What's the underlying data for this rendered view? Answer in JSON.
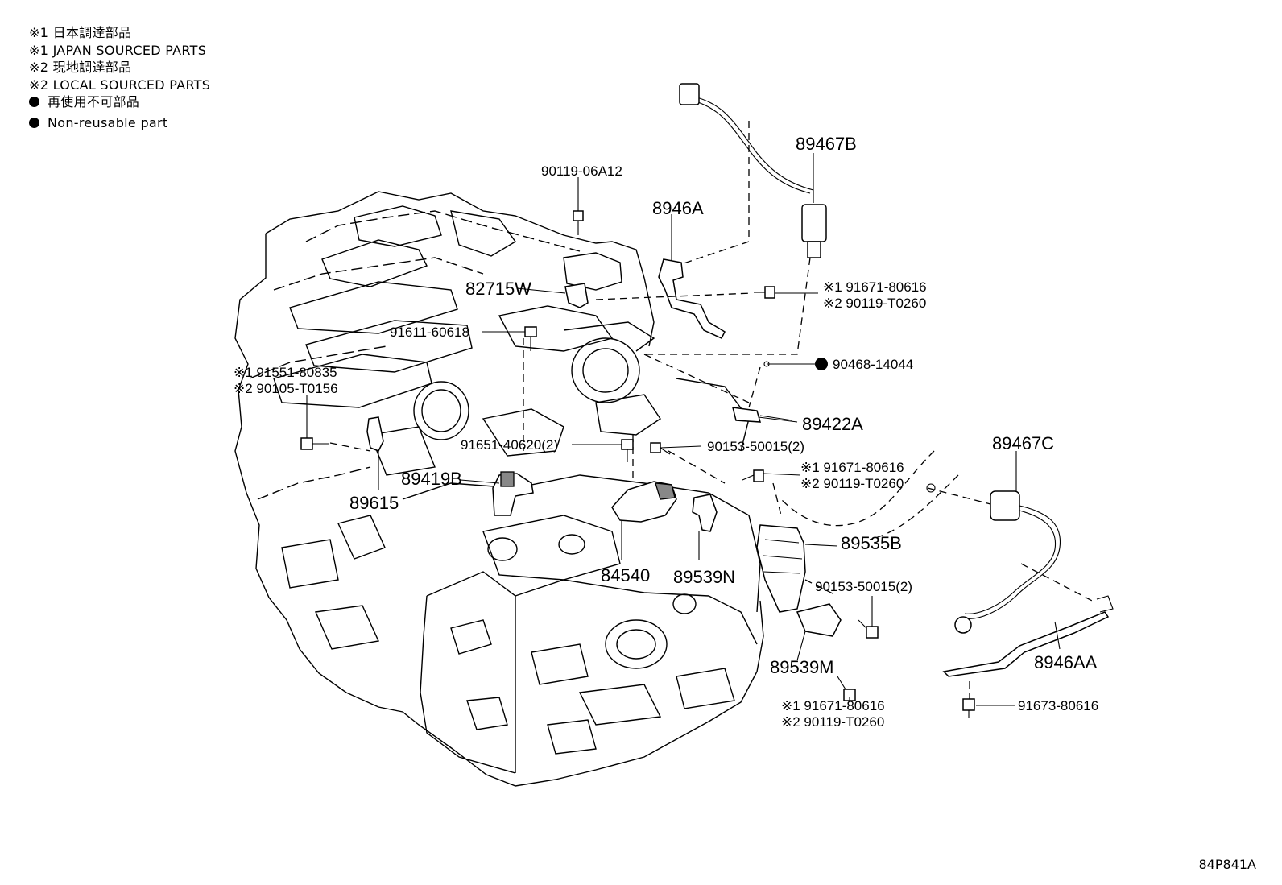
{
  "legend": {
    "line1": "※1 日本調達部品",
    "line2": "※1 JAPAN SOURCED PARTS",
    "line3": "※2 現地調達部品",
    "line4": "※2 LOCAL SOURCED PARTS",
    "line5": "再使用不可部品",
    "line6": "Non-reusable part"
  },
  "labels": {
    "p_90119_06A12": "90119-06A12",
    "p_8946A": "8946A",
    "p_89467B": "89467B",
    "p_82715W": "82715W",
    "p_91671_80616_a1": "※1 91671-80616",
    "p_90119_T0260_a2": "※2 90119-T0260",
    "p_91611_60618": "91611-60618",
    "p_90468_14044": "90468-14044",
    "p_91551_80835": "※1 91551-80835",
    "p_90105_T0156": "※2 90105-T0156",
    "p_89422A": "89422A",
    "p_91651_40620": "91651-40620(2)",
    "p_90153_50015_a": "90153-50015(2)",
    "p_89467C": "89467C",
    "p_89419B": "89419B",
    "p_91671_80616_b1": "※1 91671-80616",
    "p_90119_T0260_b2": "※2 90119-T0260",
    "p_89615": "89615",
    "p_89535B": "89535B",
    "p_84540": "84540",
    "p_89539N": "89539N",
    "p_90153_50015_b": "90153-50015(2)",
    "p_8946AA": "8946AA",
    "p_89539M": "89539M",
    "p_91671_80616_c1": "※1 91671-80616",
    "p_90119_T0260_c2": "※2 90119-T0260",
    "p_91673_80616": "91673-80616"
  },
  "figure_id": "84P841A"
}
